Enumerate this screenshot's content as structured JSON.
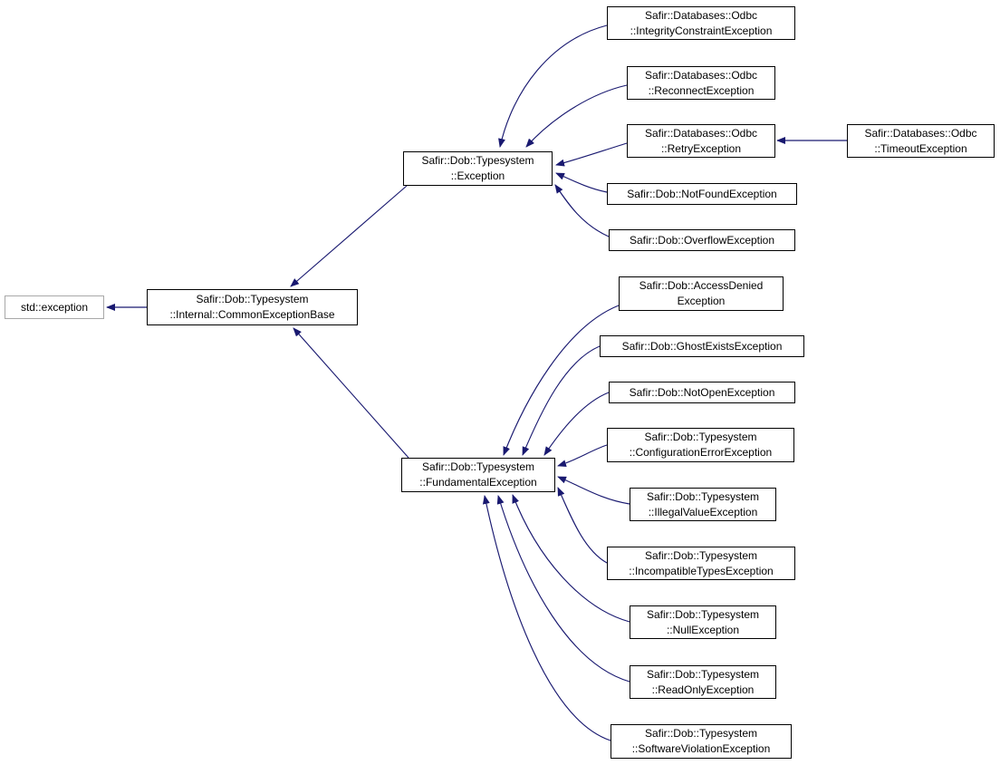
{
  "diagram": {
    "type": "class-inheritance-graph",
    "edge_color": "#191970",
    "box_border_color": "#000000",
    "external_box_border_color": "#a8a8a8",
    "nodes": {
      "std_exception": {
        "label": "std::exception",
        "external": true
      },
      "common_exception_base": {
        "label": "Safir::Dob::Typesystem\n::Internal::CommonExceptionBase"
      },
      "exception": {
        "label": "Safir::Dob::Typesystem\n::Exception"
      },
      "fundamental_exception": {
        "label": "Safir::Dob::Typesystem\n::FundamentalException"
      },
      "integrity_constraint_exception": {
        "label": "Safir::Databases::Odbc\n::IntegrityConstraintException"
      },
      "reconnect_exception": {
        "label": "Safir::Databases::Odbc\n::ReconnectException"
      },
      "retry_exception": {
        "label": "Safir::Databases::Odbc\n::RetryException"
      },
      "timeout_exception": {
        "label": "Safir::Databases::Odbc\n::TimeoutException"
      },
      "not_found_exception": {
        "label": "Safir::Dob::NotFoundException"
      },
      "overflow_exception": {
        "label": "Safir::Dob::OverflowException"
      },
      "access_denied_exception": {
        "label": "Safir::Dob::AccessDenied\nException"
      },
      "ghost_exists_exception": {
        "label": "Safir::Dob::GhostExistsException"
      },
      "not_open_exception": {
        "label": "Safir::Dob::NotOpenException"
      },
      "configuration_error_exception": {
        "label": "Safir::Dob::Typesystem\n::ConfigurationErrorException"
      },
      "illegal_value_exception": {
        "label": "Safir::Dob::Typesystem\n::IllegalValueException"
      },
      "incompatible_types_exception": {
        "label": "Safir::Dob::Typesystem\n::IncompatibleTypesException"
      },
      "null_exception": {
        "label": "Safir::Dob::Typesystem\n::NullException"
      },
      "read_only_exception": {
        "label": "Safir::Dob::Typesystem\n::ReadOnlyException"
      },
      "software_violation_exception": {
        "label": "Safir::Dob::Typesystem\n::SoftwareViolationException"
      }
    },
    "edges": [
      {
        "from": "common_exception_base",
        "to": "std_exception"
      },
      {
        "from": "exception",
        "to": "common_exception_base"
      },
      {
        "from": "fundamental_exception",
        "to": "common_exception_base"
      },
      {
        "from": "integrity_constraint_exception",
        "to": "exception"
      },
      {
        "from": "reconnect_exception",
        "to": "exception"
      },
      {
        "from": "retry_exception",
        "to": "exception"
      },
      {
        "from": "timeout_exception",
        "to": "retry_exception"
      },
      {
        "from": "not_found_exception",
        "to": "exception"
      },
      {
        "from": "overflow_exception",
        "to": "exception"
      },
      {
        "from": "access_denied_exception",
        "to": "fundamental_exception"
      },
      {
        "from": "ghost_exists_exception",
        "to": "fundamental_exception"
      },
      {
        "from": "not_open_exception",
        "to": "fundamental_exception"
      },
      {
        "from": "configuration_error_exception",
        "to": "fundamental_exception"
      },
      {
        "from": "illegal_value_exception",
        "to": "fundamental_exception"
      },
      {
        "from": "incompatible_types_exception",
        "to": "fundamental_exception"
      },
      {
        "from": "null_exception",
        "to": "fundamental_exception"
      },
      {
        "from": "read_only_exception",
        "to": "fundamental_exception"
      },
      {
        "from": "software_violation_exception",
        "to": "fundamental_exception"
      }
    ]
  }
}
